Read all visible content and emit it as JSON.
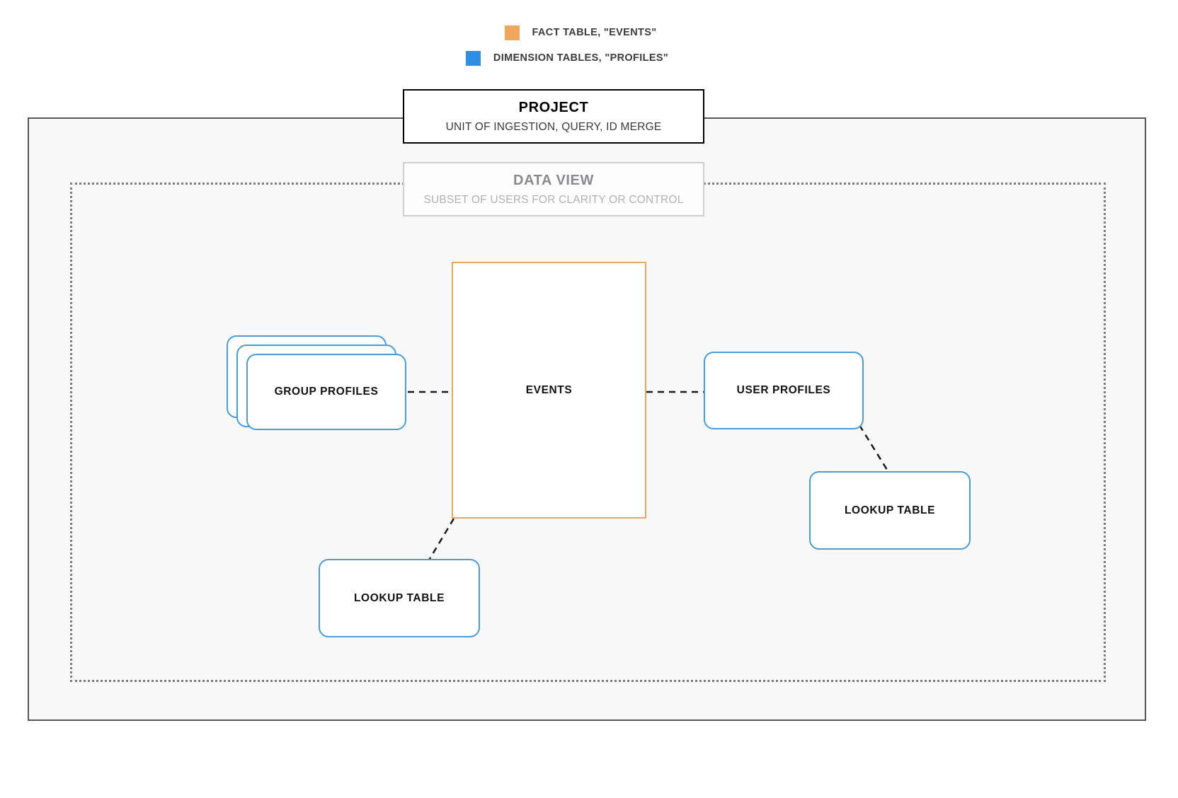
{
  "legend": {
    "items": [
      {
        "label": "FACT TABLE, \"EVENTS\"",
        "color": "#f0a65c",
        "swatch_name": "fact-table-swatch"
      },
      {
        "label": "DIMENSION TABLES, \"PROFILES\"",
        "color": "#2e8fe8",
        "swatch_name": "dimension-tables-swatch"
      }
    ]
  },
  "project": {
    "title": "PROJECT",
    "subtitle": "UNIT OF INGESTION, QUERY, ID MERGE",
    "border_color": "#000000"
  },
  "data_view": {
    "title": "DATA VIEW",
    "subtitle": "SUBSET OF USERS FOR CLARITY OR CONTROL",
    "border_color": "#cfcfd1"
  },
  "nodes": {
    "events": {
      "label": "EVENTS",
      "color": "#e8a95e",
      "type": "fact-table"
    },
    "group_profiles": {
      "label": "GROUP PROFILES",
      "color": "#4a9cd4",
      "type": "dimension-table-stack"
    },
    "user_profiles": {
      "label": "USER PROFILES",
      "color": "#4a9cd4",
      "type": "dimension-table"
    },
    "lookup_left": {
      "label": "LOOKUP TABLE",
      "color": "#4a9cd4",
      "type": "lookup-table"
    },
    "lookup_right": {
      "label": "LOOKUP TABLE",
      "color": "#4a9cd4",
      "type": "lookup-table"
    }
  },
  "connectors": [
    {
      "name": "group-profiles-to-events",
      "style": "dashed"
    },
    {
      "name": "events-to-user-profiles",
      "style": "dashed"
    },
    {
      "name": "events-to-lookup-left",
      "style": "dashed"
    },
    {
      "name": "user-profiles-to-lookup-right",
      "style": "dashed"
    }
  ],
  "canvas": {
    "background": "#ffffff",
    "project_fill": "#f8f8f8",
    "outline_color": "#56575a",
    "dotted_color": "#7c7c80"
  }
}
